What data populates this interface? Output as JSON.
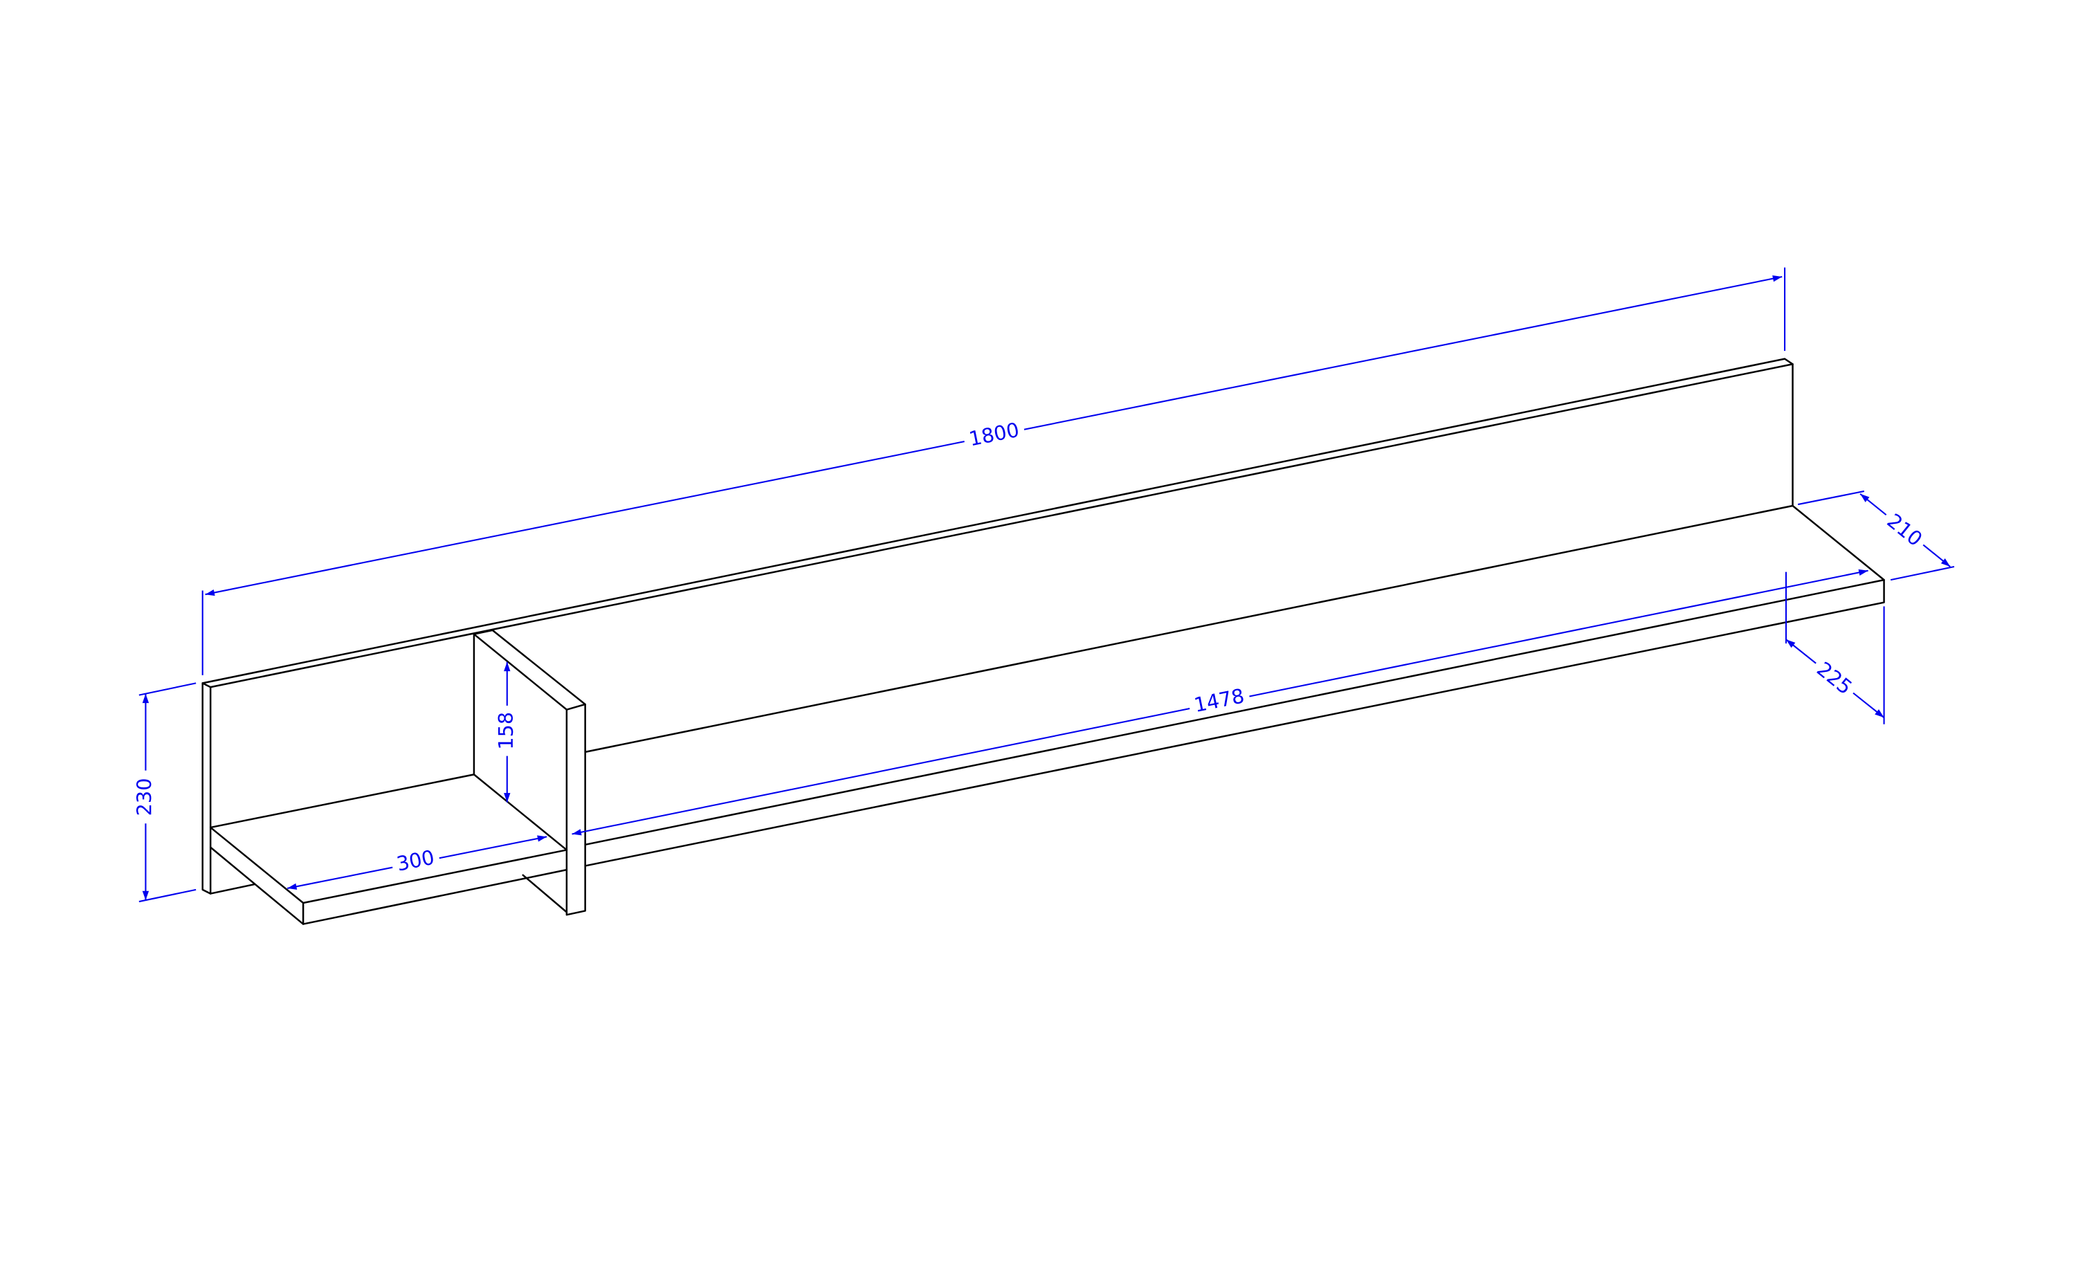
{
  "drawing": {
    "line_color": "#000000",
    "dimension_color": "#0000ee",
    "dimensions": {
      "overall_length": "1800",
      "height": "230",
      "compartment_height": "158",
      "compartment_width": "300",
      "shelf_length": "1478",
      "back_depth": "210",
      "shelf_depth": "225"
    }
  }
}
